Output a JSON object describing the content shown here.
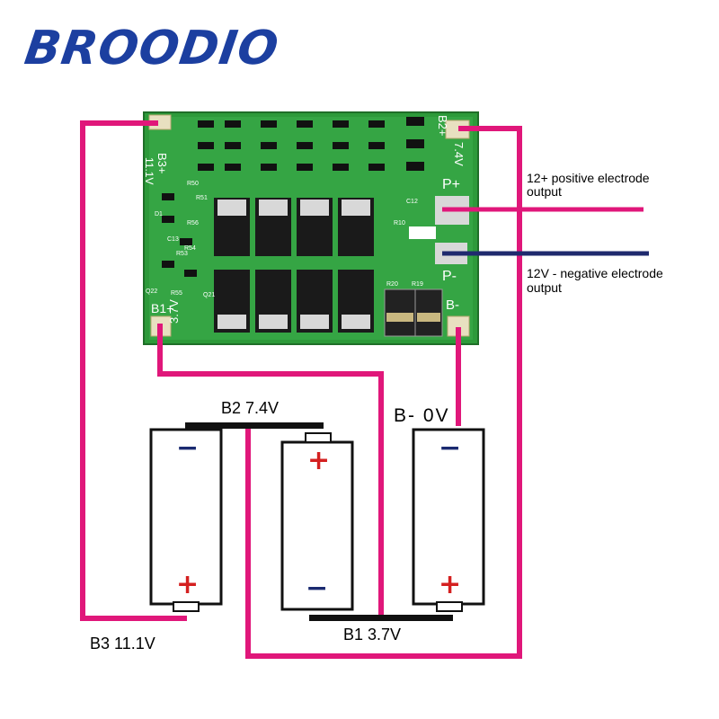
{
  "brand": {
    "logo_text": "BROODIO"
  },
  "board": {
    "b3_label": "B3+",
    "b3_voltage": "11.1V",
    "b2_label": "B2+",
    "b2_voltage": "7.4V",
    "b1_label": "B1+",
    "b1_voltage": "3.7V",
    "p_plus": "P+",
    "p_minus": "P-",
    "b_minus": "B-",
    "components": [
      "R50",
      "R51",
      "D1",
      "R56",
      "C13",
      "R53",
      "R54",
      "R55",
      "Q22",
      "Q21",
      "R20",
      "R19",
      "R10",
      "C12"
    ]
  },
  "callouts": {
    "positive_line1": "12+ positive electrode",
    "positive_line2": "output",
    "negative_line1": "12V - negative electrode",
    "negative_line2": "output"
  },
  "cells": {
    "b2_label": "B2 7.4V",
    "b_minus_label": "B- 0V",
    "b3_label": "B3 11.1V",
    "b1_label": "B1 3.7V",
    "plus": "+",
    "minus": "−"
  },
  "colors": {
    "wire_magenta": "#e0177a",
    "wire_navy": "#1f2a6e",
    "pcb_green": "#2d9a3a",
    "brand_blue": "#1c3fa0",
    "terminal_red": "#d42020",
    "terminal_navy": "#1a2a70"
  }
}
